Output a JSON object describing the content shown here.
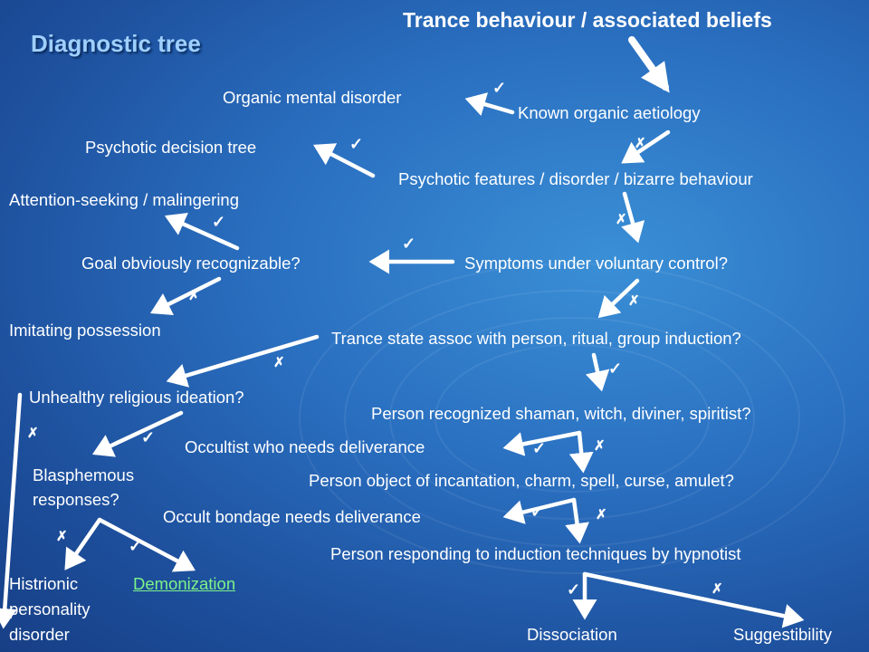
{
  "slide": {
    "header": "Trance behaviour / associated beliefs",
    "title": "Diagnostic tree"
  },
  "nodes": {
    "organic_mental_disorder": "Organic mental disorder",
    "known_organic_aetiology": "Known organic aetiology",
    "psychotic_decision_tree": "Psychotic decision tree",
    "psychotic_features": "Psychotic features / disorder / bizarre behaviour",
    "attention_seeking": "Attention-seeking / malingering",
    "goal_recognizable": "Goal obviously recognizable?",
    "symptoms_voluntary": "Symptoms under voluntary control?",
    "imitating_possession": "Imitating possession",
    "trance_state_assoc": "Trance state assoc with person, ritual, group induction?",
    "unhealthy_religious": "Unhealthy religious ideation?",
    "person_shaman": "Person recognized shaman, witch, diviner, spiritist?",
    "occultist_deliverance": "Occultist who needs deliverance",
    "blasphemous_line1": "Blasphemous",
    "blasphemous_line2": "responses?",
    "person_incantation": "Person object of incantation, charm, spell, curse, amulet?",
    "occult_bondage": "Occult bondage needs deliverance",
    "person_hypnotist": "Person responding to induction techniques by hypnotist",
    "histrionic_line1": "Histrionic",
    "histrionic_line2": "personality",
    "histrionic_line3": "disorder",
    "demonization": "Demonization",
    "dissociation": "Dissociation",
    "suggestibility": "Suggestibility"
  },
  "marks": {
    "yes": "✓",
    "no": "✗"
  }
}
